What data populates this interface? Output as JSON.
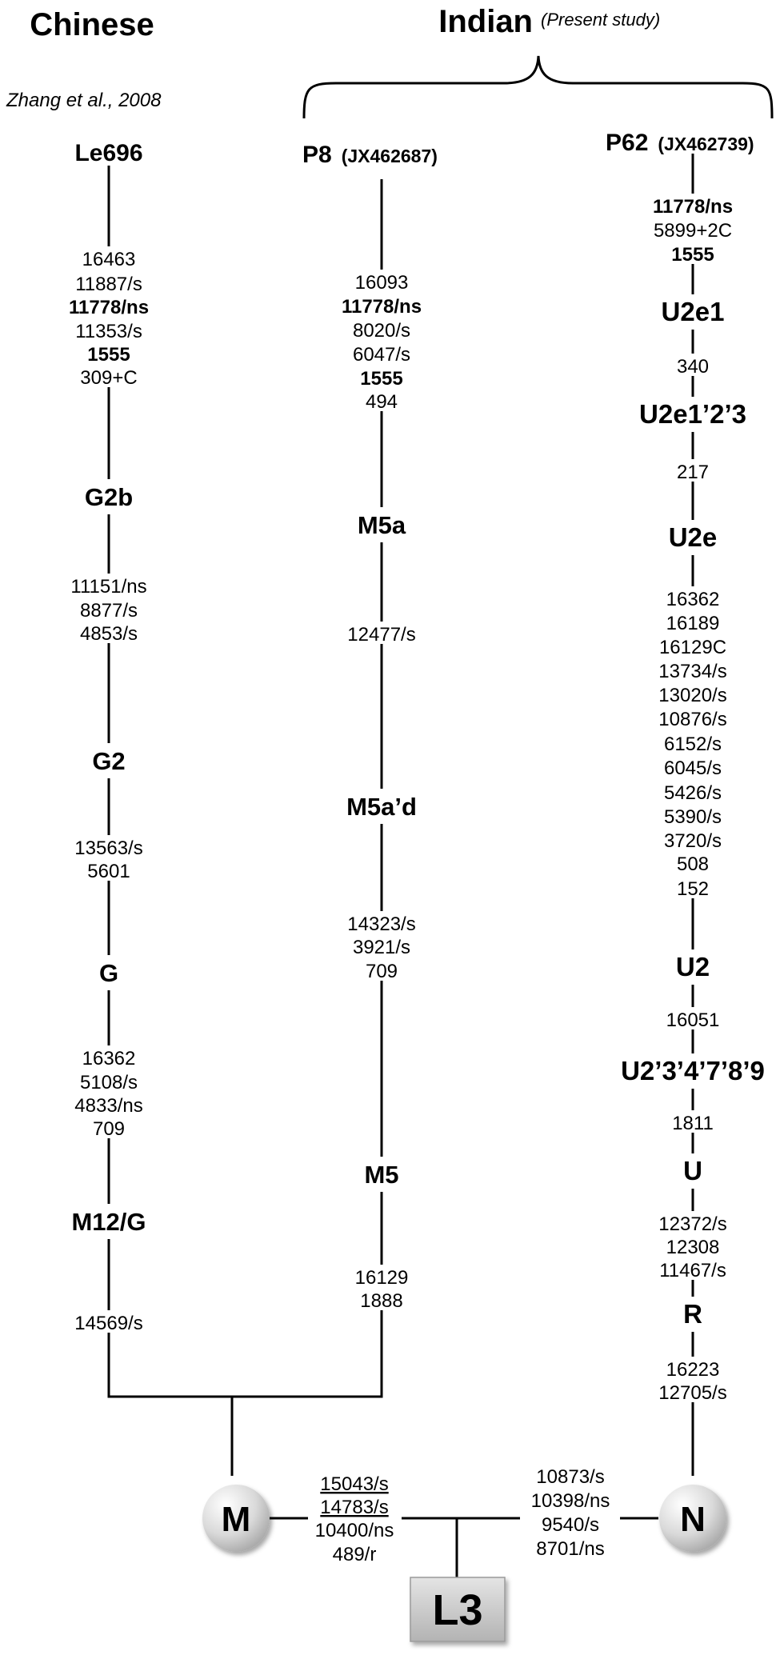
{
  "header": {
    "left_group": "Chinese",
    "left_citation": "Zhang et al., 2008",
    "right_group": "Indian",
    "right_note": "(Present study)"
  },
  "columns": {
    "le696": {
      "sample": "Le696",
      "blocks": [
        {
          "lines": [
            {
              "t": "16463"
            },
            {
              "t": "11887/s"
            },
            {
              "t": "11778/ns",
              "b": true
            },
            {
              "t": "11353/s"
            },
            {
              "t": "1555",
              "b": true
            },
            {
              "t": "309+C"
            }
          ]
        },
        {
          "haplogroup": "G2b"
        },
        {
          "lines": [
            {
              "t": "11151/ns"
            },
            {
              "t": "8877/s"
            },
            {
              "t": "4853/s"
            }
          ]
        },
        {
          "haplogroup": "G2"
        },
        {
          "lines": [
            {
              "t": "13563/s"
            },
            {
              "t": "5601"
            }
          ]
        },
        {
          "haplogroup": "G"
        },
        {
          "lines": [
            {
              "t": "16362"
            },
            {
              "t": "5108/s"
            },
            {
              "t": "4833/ns"
            },
            {
              "t": "709"
            }
          ]
        },
        {
          "haplogroup": "M12/G"
        },
        {
          "lines": [
            {
              "t": "14569/s"
            }
          ]
        }
      ]
    },
    "p8": {
      "sample": "P8",
      "accession": "(JX462687)",
      "blocks": [
        {
          "lines": [
            {
              "t": "16093"
            },
            {
              "t": "11778/ns",
              "b": true
            },
            {
              "t": "8020/s"
            },
            {
              "t": "6047/s"
            },
            {
              "t": "1555",
              "b": true
            },
            {
              "t": "494"
            }
          ]
        },
        {
          "haplogroup": "M5a"
        },
        {
          "lines": [
            {
              "t": "12477/s"
            }
          ]
        },
        {
          "haplogroup": "M5a’d"
        },
        {
          "lines": [
            {
              "t": "14323/s"
            },
            {
              "t": "3921/s"
            },
            {
              "t": "709"
            }
          ]
        },
        {
          "haplogroup": "M5"
        },
        {
          "lines": [
            {
              "t": "16129"
            },
            {
              "t": "1888"
            }
          ]
        }
      ]
    },
    "p62": {
      "sample": "P62",
      "accession": "(JX462739)",
      "blocks": [
        {
          "lines": [
            {
              "t": "11778/ns",
              "b": true
            },
            {
              "t": "5899+2C"
            },
            {
              "t": "1555",
              "b": true
            }
          ]
        },
        {
          "haplogroup": "U2e1"
        },
        {
          "lines": [
            {
              "t": "340"
            }
          ]
        },
        {
          "haplogroup": "U2e1’2’3"
        },
        {
          "lines": [
            {
              "t": "217"
            }
          ]
        },
        {
          "haplogroup": "U2e"
        },
        {
          "lines": [
            {
              "t": "16362"
            },
            {
              "t": "16189"
            },
            {
              "t": "16129C"
            },
            {
              "t": "13734/s"
            },
            {
              "t": "13020/s"
            },
            {
              "t": "10876/s"
            },
            {
              "t": "6152/s"
            },
            {
              "t": "6045/s"
            },
            {
              "t": "5426/s"
            },
            {
              "t": "5390/s"
            },
            {
              "t": "3720/s"
            },
            {
              "t": "508"
            },
            {
              "t": "152"
            }
          ]
        },
        {
          "haplogroup": "U2"
        },
        {
          "lines": [
            {
              "t": "16051"
            }
          ]
        },
        {
          "haplogroup": "U2’3’4’7’8’9"
        },
        {
          "lines": [
            {
              "t": "1811"
            }
          ]
        },
        {
          "haplogroup": "U"
        },
        {
          "lines": [
            {
              "t": "12372/s"
            },
            {
              "t": "12308"
            },
            {
              "t": "11467/s"
            }
          ]
        },
        {
          "haplogroup": "R"
        },
        {
          "lines": [
            {
              "t": "16223"
            },
            {
              "t": "12705/s"
            }
          ]
        }
      ]
    }
  },
  "nodes": {
    "m": "M",
    "n": "N",
    "l3": "L3"
  },
  "root_links": {
    "m_to_l3": [
      {
        "t": "15043/s",
        "u": true
      },
      {
        "t": "14783/s",
        "u": true
      },
      {
        "t": "10400/ns"
      },
      {
        "t": "489/r"
      }
    ],
    "l3_to_n": [
      {
        "t": "10873/s"
      },
      {
        "t": "10398/ns"
      },
      {
        "t": "9540/s"
      },
      {
        "t": "8701/ns"
      }
    ]
  },
  "colors": {
    "line": "#000000",
    "node_fill_light": "#ffffff",
    "node_fill_dark": "#a9a9a9",
    "l3_fill": "#c4c4c4"
  }
}
